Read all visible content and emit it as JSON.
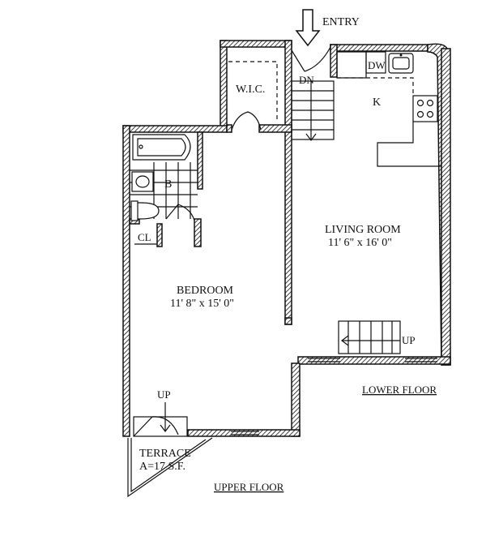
{
  "labels": {
    "entry": "ENTRY",
    "wic": "W.I.C.",
    "dn": "DN",
    "dw": "DW",
    "kitchen": "K",
    "bath": "B",
    "closet": "CL",
    "living_room": "LIVING ROOM",
    "living_room_dims": "11' 6\" x 16' 0\"",
    "bedroom": "BEDROOM",
    "bedroom_dims": "11' 8\" x 15' 0\"",
    "up_living": "UP",
    "up_bedroom": "UP",
    "lower_floor": "LOWER FLOOR",
    "terrace": "TERRACE",
    "terrace_area": "A=17 S.F.",
    "upper_floor": "UPPER FLOOR"
  }
}
